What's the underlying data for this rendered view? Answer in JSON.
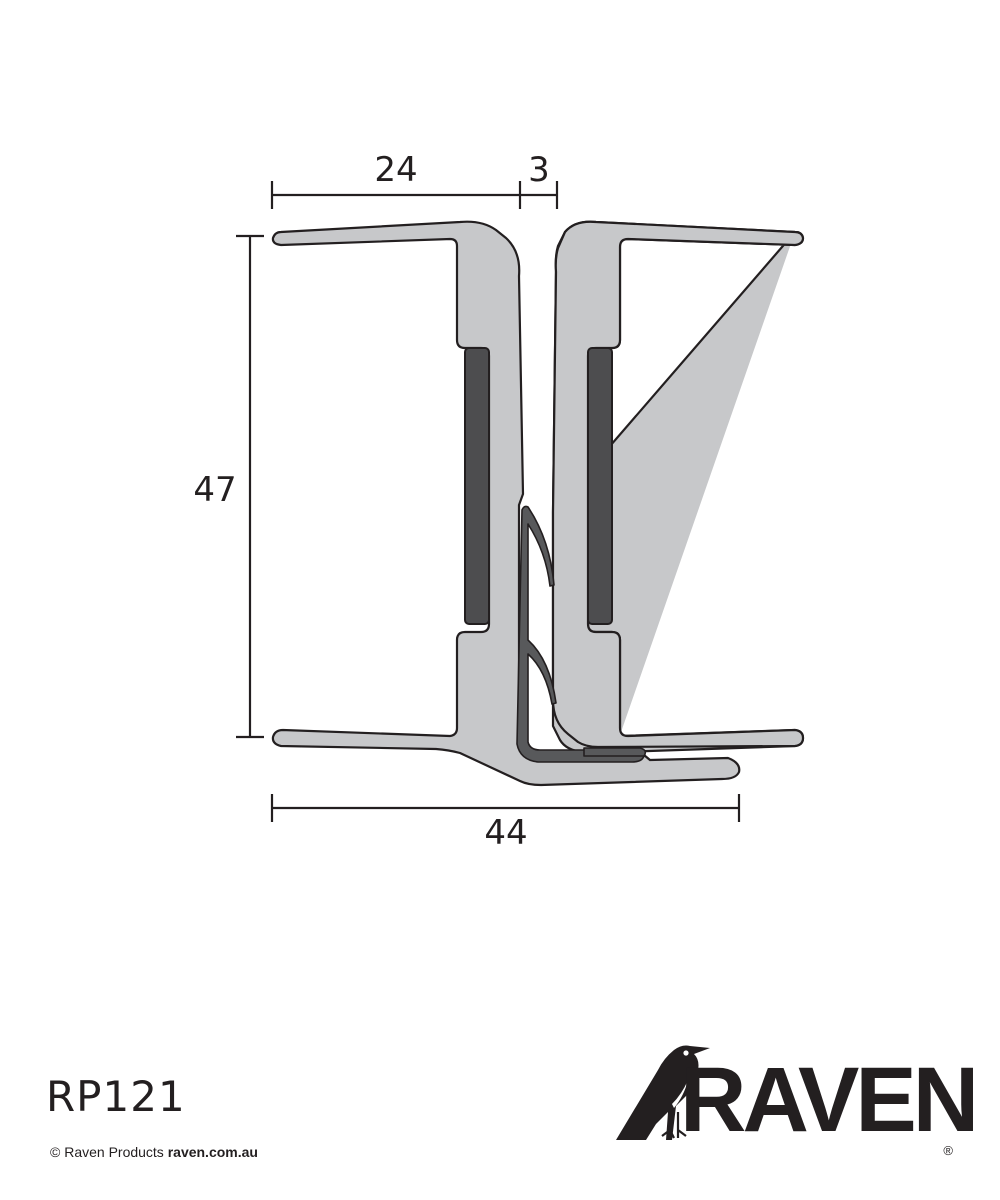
{
  "dimensions": {
    "flange_width": "24",
    "gap": "3",
    "height": "47",
    "overall_width": "44"
  },
  "product_code": "RP121",
  "footer": {
    "copyright": "© Raven Products",
    "url": "raven.com.au"
  },
  "logo": {
    "text": "RAVEN",
    "registered": "®"
  },
  "colors": {
    "profile_fill": "#c7c8ca",
    "tape_fill": "#4d4d4f",
    "outline": "#231f20"
  }
}
